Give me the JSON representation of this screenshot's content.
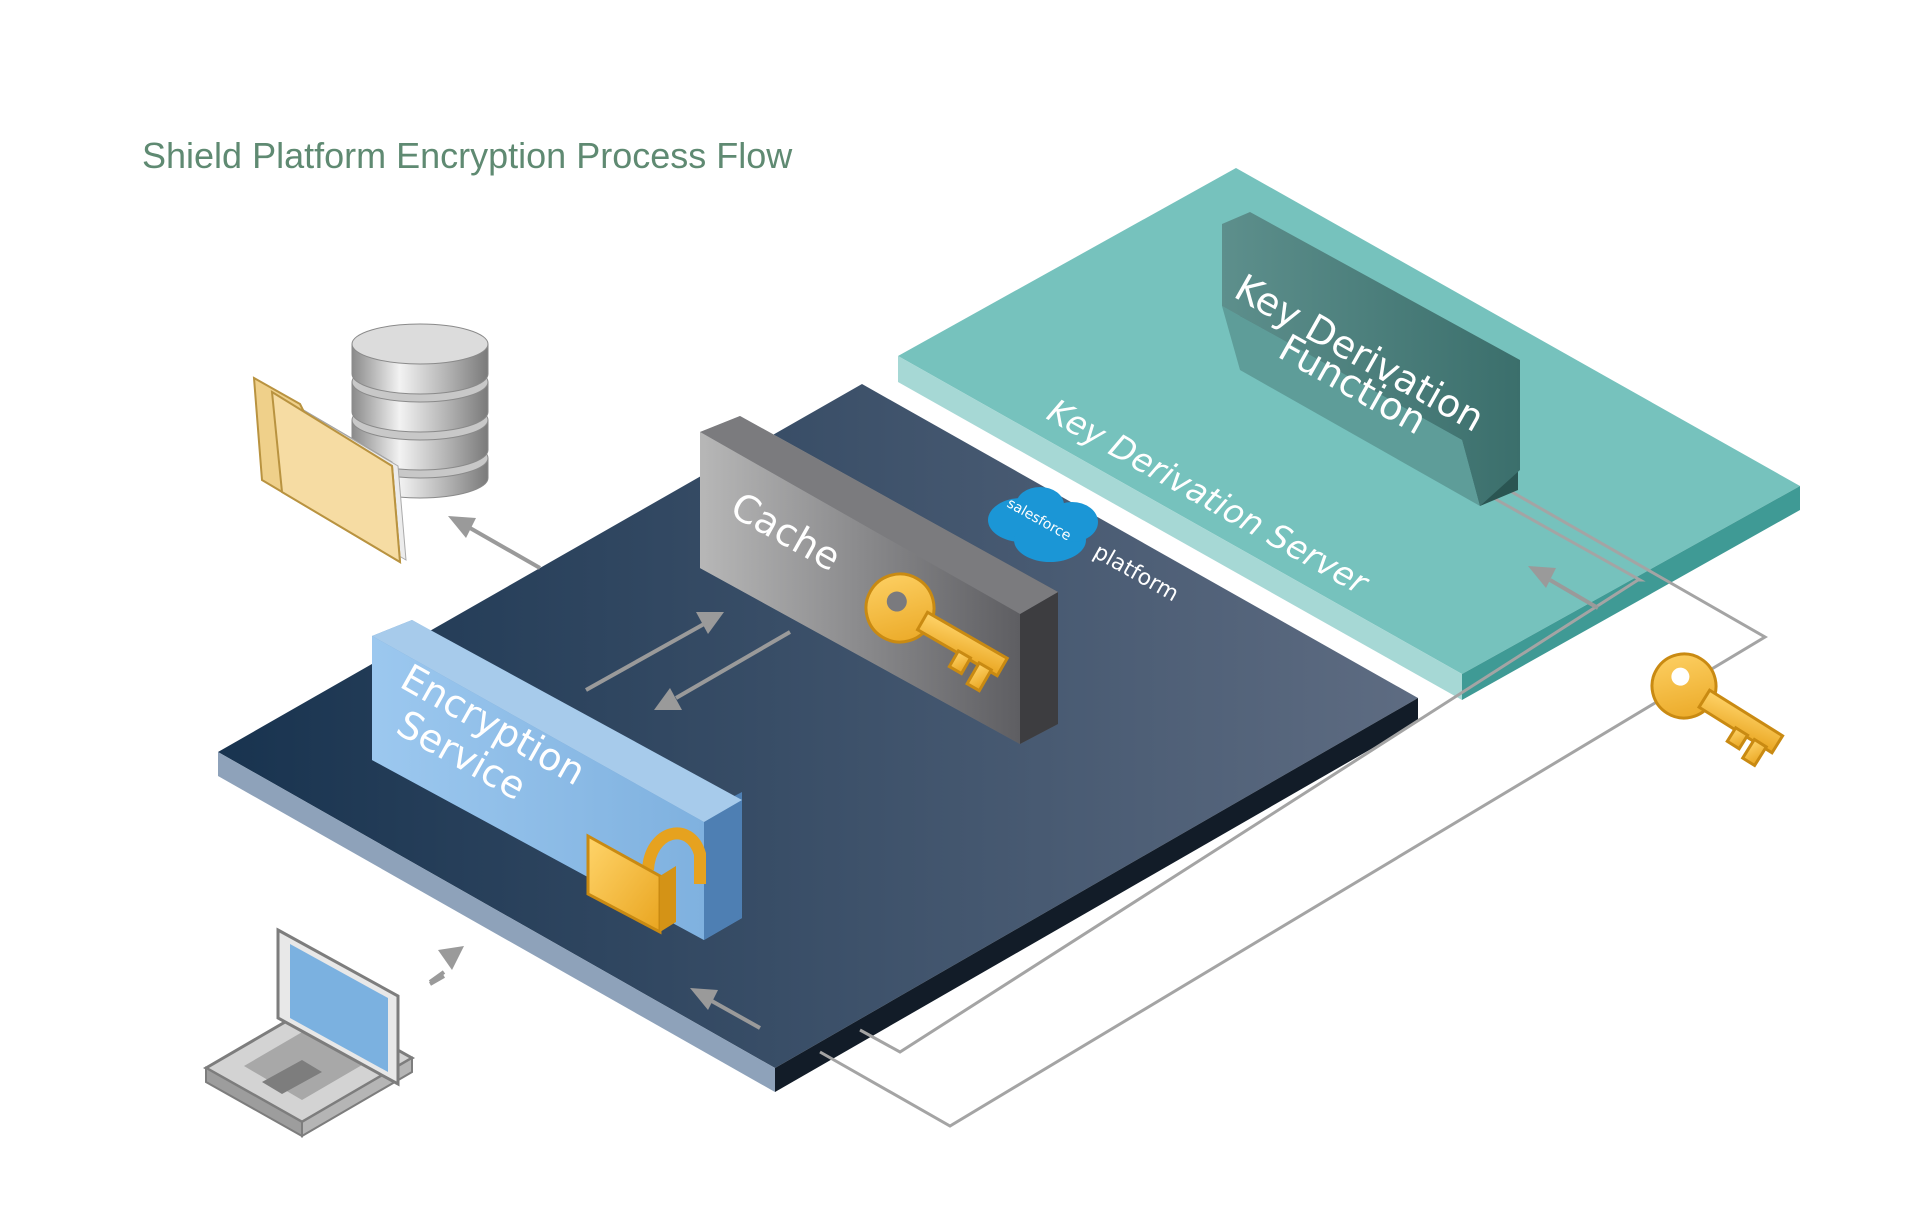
{
  "title": "Shield Platform Encryption Process Flow",
  "nodes": {
    "encryption_service": {
      "line1": "Encryption",
      "line2": "Service"
    },
    "cache": {
      "label": "Cache"
    },
    "key_derivation_function": {
      "line1": "Key Derivation",
      "line2": "Function"
    },
    "key_derivation_server": {
      "label": "Key Derivation Server"
    }
  },
  "platform_logo": {
    "brand": "salesforce",
    "caption": "platform"
  },
  "icons": {
    "database": "database-icon",
    "folder": "folder-icon",
    "laptop": "laptop-icon",
    "unlocked_padlock": "unlocked-padlock-icon",
    "cache_key": "key-icon",
    "transit_key": "key-icon",
    "cloud": "salesforce-cloud-icon"
  },
  "colors": {
    "title": "#5f8a72",
    "platform_dark": "#1f3a56",
    "platform_light": "#5d6b80",
    "kds_panel": "#72c1bc",
    "kdf_box": "#3f7a76",
    "cache_box": "#8c8c8c",
    "encryption_box": "#8dbde8",
    "key_gold": "#f5b938",
    "arrows": "#9a9a9a",
    "salesforce_blue": "#1b96d6"
  }
}
